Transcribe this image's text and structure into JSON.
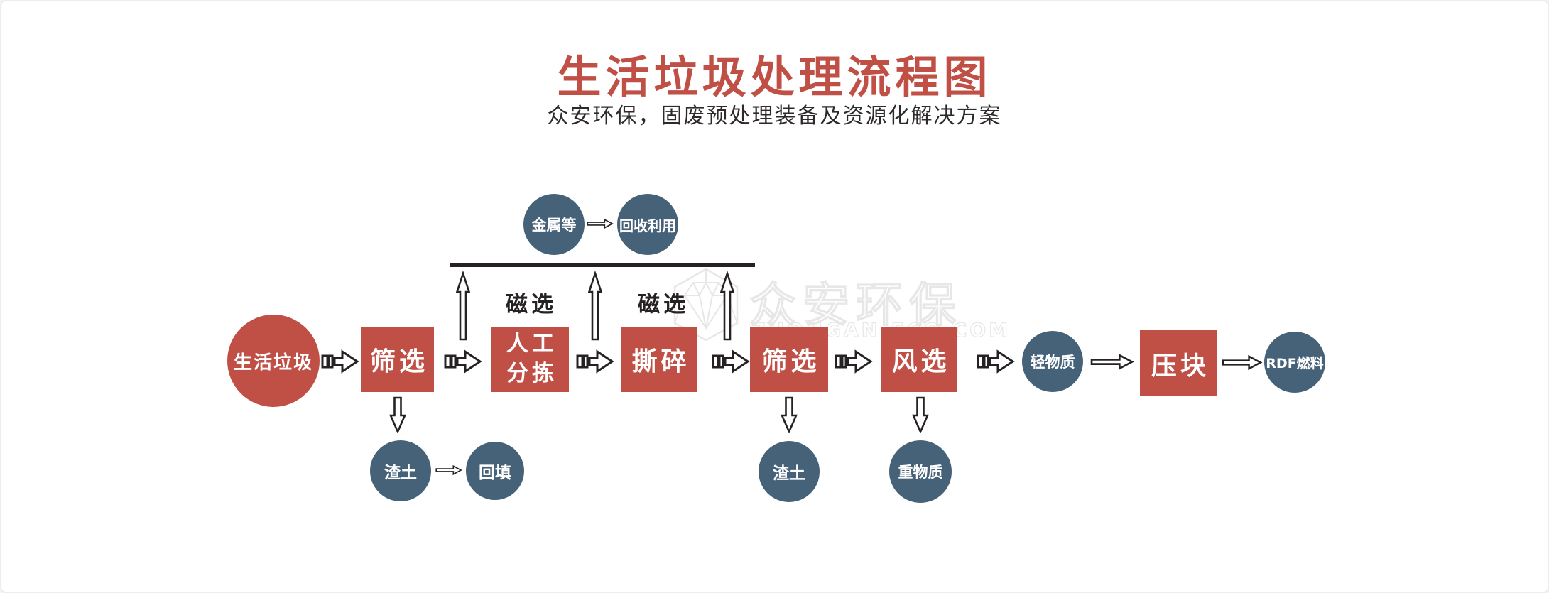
{
  "header": {
    "title": "生活垃圾处理流程图",
    "subtitle": "众安环保，固废预处理装备及资源化解决方案"
  },
  "watermark": {
    "brand_cn": "众安环保",
    "brand_en": "ZHONGAN-ECO.COM",
    "logo": "gem-outline-logo"
  },
  "labels": {
    "magnetic_1": "磁选",
    "magnetic_2": "磁选"
  },
  "nodes": {
    "source": "生活垃圾",
    "screening_1": "筛选",
    "manual_sorting_line1": "人工",
    "manual_sorting_line2": "分拣",
    "shredding": "撕碎",
    "screening_2": "筛选",
    "air_separation": "风选",
    "light_material": "轻物质",
    "baling": "压块",
    "rdf_fuel": "RDF燃料",
    "metals": "金属等",
    "recycling": "回收利用",
    "residue_1": "渣土",
    "backfill": "回填",
    "residue_2": "渣土",
    "heavy_material": "重物质"
  },
  "icons": {
    "flow_arrow": "ribbed-block-arrow-right-icon",
    "thin_arrow": "outline-arrow-right-icon",
    "up_arrow": "outline-arrow-up-icon",
    "down_arrow": "outline-arrow-down-icon"
  },
  "colors": {
    "accent_red": "#c05046",
    "node_blue": "#466279",
    "line_black": "#262223",
    "watermark_gray": "#e7e7e7"
  }
}
